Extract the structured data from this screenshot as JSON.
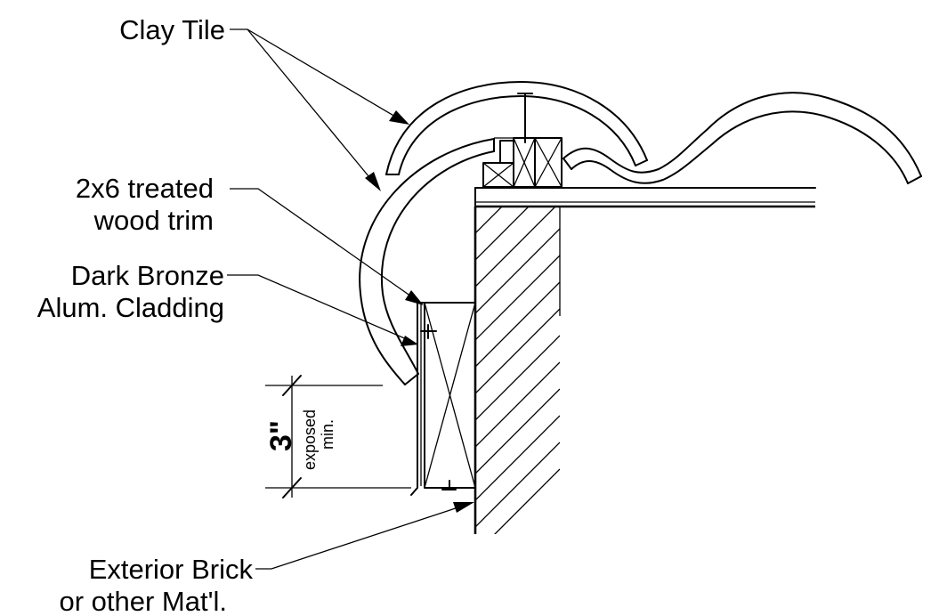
{
  "labels": {
    "clay_tile": "Clay Tile",
    "wood_trim_line1": "2x6 treated",
    "wood_trim_line2": "wood trim",
    "cladding_line1": "Dark Bronze",
    "cladding_line2": "Alum. Cladding",
    "brick_line1": "Exterior Brick",
    "brick_line2": "or other Mat'l."
  },
  "dimension": {
    "value": "3\"",
    "note_line1": "exposed",
    "note_line2": "min."
  }
}
